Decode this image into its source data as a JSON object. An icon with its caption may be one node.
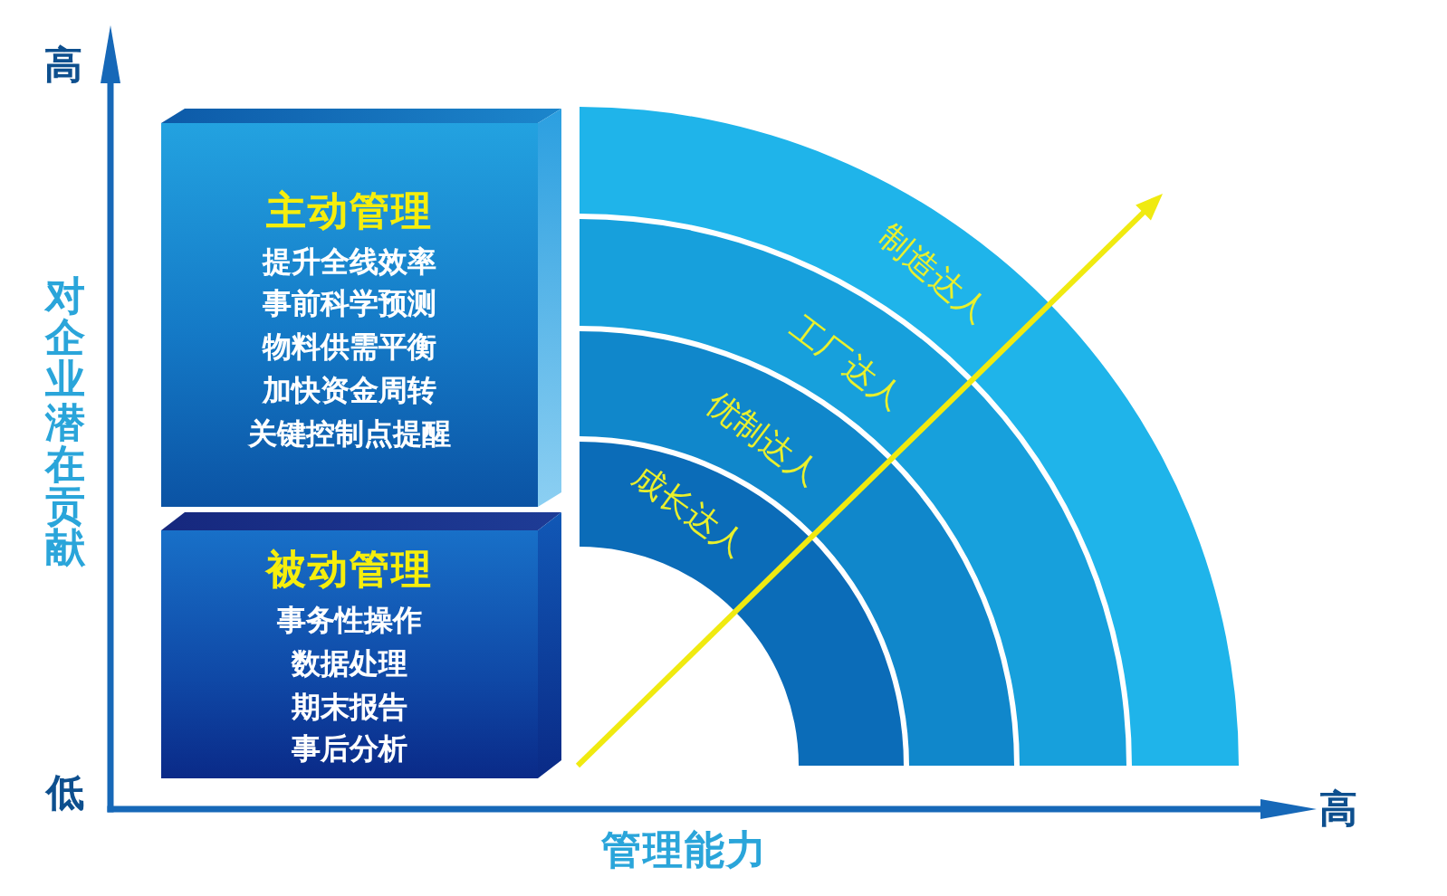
{
  "diagram": {
    "nodes": [
      {
        "text": [
          "主动管理",
          "提升全线效率",
          "事前科学预测",
          "物料供需平衡",
          "加快资金周转",
          "关键控制点提醒"
        ]
      },
      {
        "text": [
          "被动管理",
          "事务性操作",
          "数据处理",
          "期末报告",
          "事后分析"
        ]
      },
      {
        "text": [
          "制造达人"
        ]
      },
      {
        "text": [
          "工厂达人"
        ]
      },
      {
        "text": [
          "优制达人"
        ]
      },
      {
        "text": [
          "成长达人"
        ]
      }
    ],
    "labels": [
      "高",
      "对企业潜在贡献",
      "低",
      "高",
      "管理能力"
    ]
  }
}
